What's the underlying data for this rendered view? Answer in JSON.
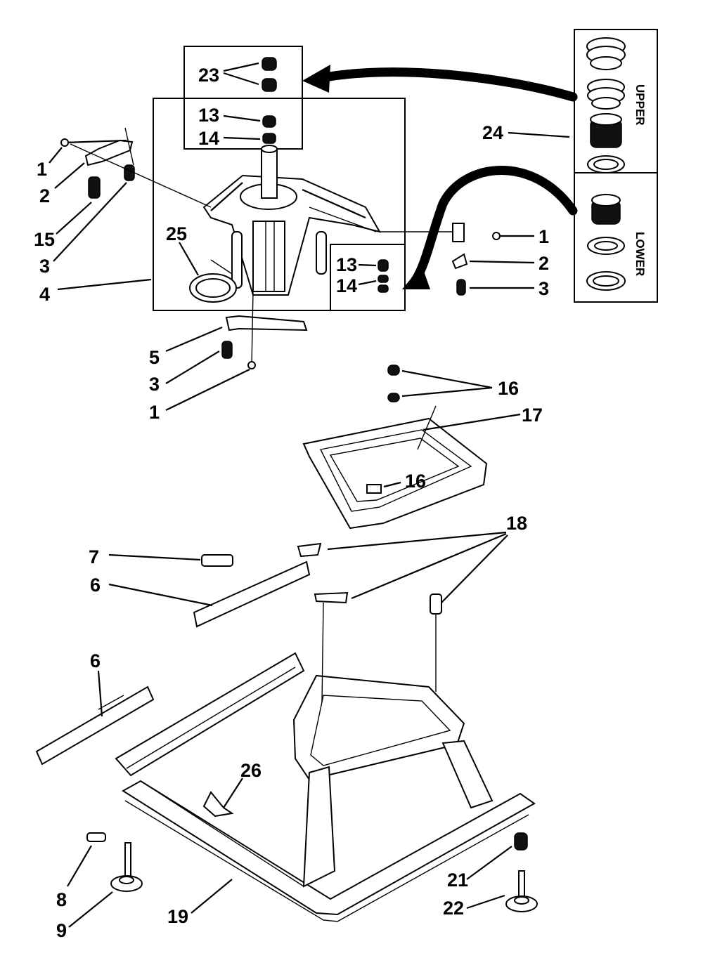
{
  "callouts": {
    "c1_top_left": "1",
    "c2_top_left": "2",
    "c15": "15",
    "c3_top_left": "3",
    "c4": "4",
    "c25": "25",
    "c23": "23",
    "c13_top": "13",
    "c14_top": "14",
    "c13_inset": "13",
    "c14_inset": "14",
    "c1_right": "1",
    "c2_right": "2",
    "c3_right": "3",
    "c24": "24",
    "c5": "5",
    "c3_lower": "3",
    "c1_lower": "1",
    "c16_top": "16",
    "c17": "17",
    "c16_mid": "16",
    "c18": "18",
    "c7": "7",
    "c6_upper": "6",
    "c6_lower": "6",
    "c26": "26",
    "c8": "8",
    "c9": "9",
    "c19": "19",
    "c21": "21",
    "c22": "22"
  },
  "bearing_kit": {
    "upper_label": "UPPER",
    "lower_label": "LOWER"
  }
}
